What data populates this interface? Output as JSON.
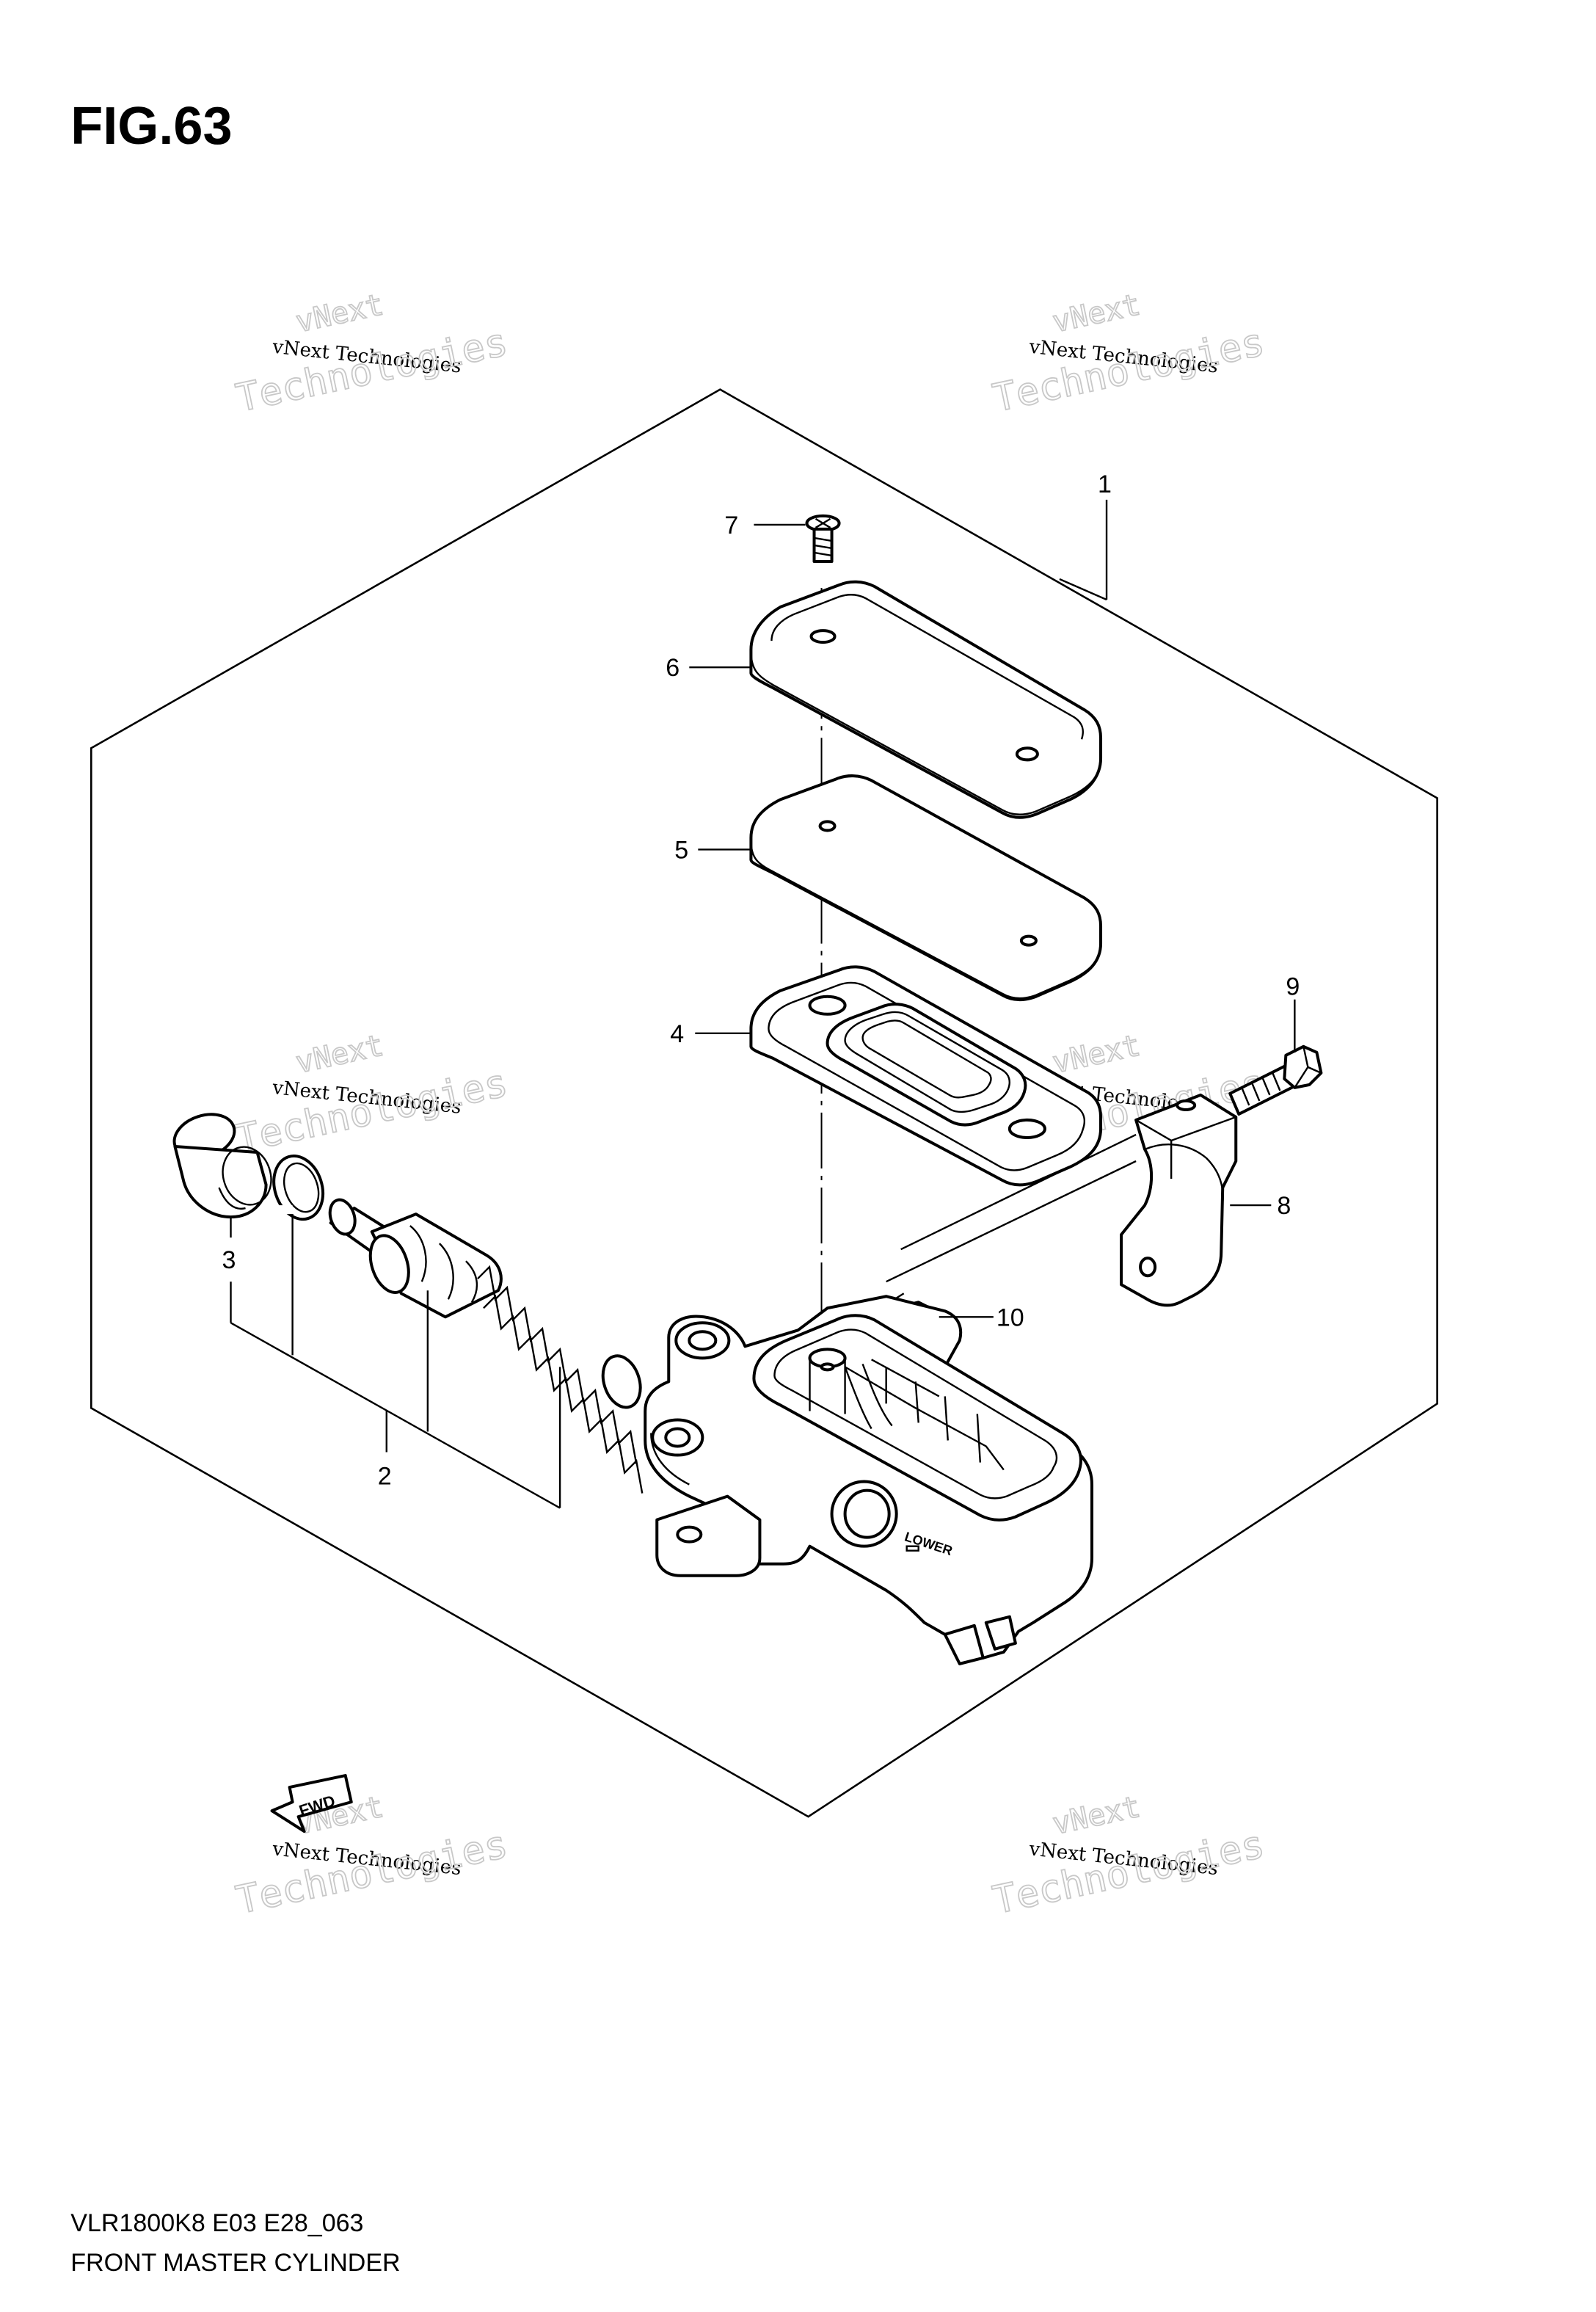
{
  "figure": {
    "title": "FIG.63",
    "model_code": "VLR1800K8 E03 E28_063",
    "caption": "FRONT MASTER CYLINDER"
  },
  "callouts": [
    {
      "id": "1",
      "label": "1"
    },
    {
      "id": "2",
      "label": "2"
    },
    {
      "id": "3",
      "label": "3"
    },
    {
      "id": "4",
      "label": "4"
    },
    {
      "id": "5",
      "label": "5"
    },
    {
      "id": "6",
      "label": "6"
    },
    {
      "id": "7",
      "label": "7"
    },
    {
      "id": "8",
      "label": "8"
    },
    {
      "id": "9",
      "label": "9"
    },
    {
      "id": "10",
      "label": "10"
    }
  ],
  "stamps": {
    "fwd": "FWD",
    "lower": "LOWER"
  },
  "watermark": {
    "line_small": "vNext Technologies",
    "line_top": "vNext",
    "line_big": "Technologies"
  }
}
